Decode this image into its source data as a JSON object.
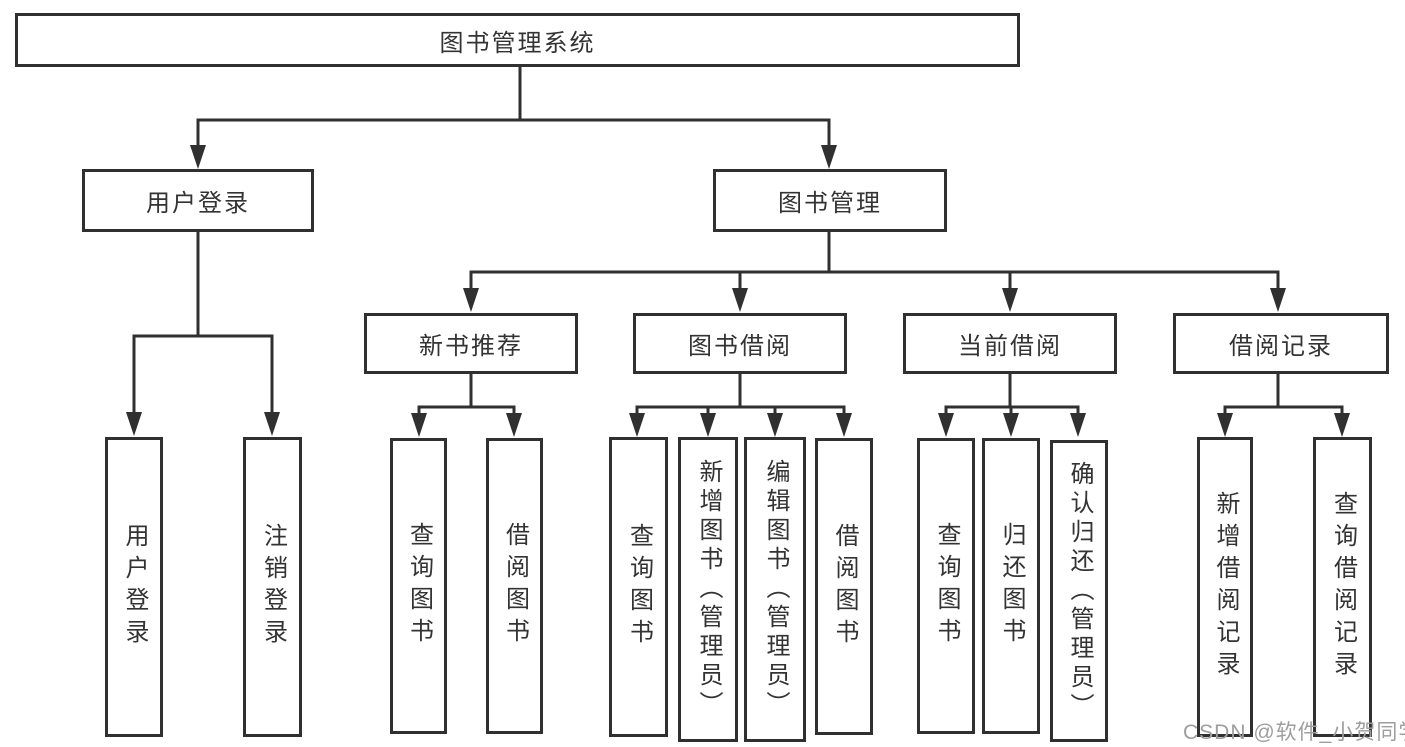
{
  "tree": {
    "label": "图书管理系统",
    "children": [
      {
        "label": "用户登录",
        "children": [
          {
            "label": "用户登录"
          },
          {
            "label": "注销登录"
          }
        ]
      },
      {
        "label": "图书管理",
        "children": [
          {
            "label": "新书推荐",
            "children": [
              {
                "label": "查询图书"
              },
              {
                "label": "借阅图书"
              }
            ]
          },
          {
            "label": "图书借阅",
            "children": [
              {
                "label": "查询图书"
              },
              {
                "label": "新增图书（管理员）"
              },
              {
                "label": "编辑图书（管理员）"
              },
              {
                "label": "借阅图书"
              }
            ]
          },
          {
            "label": "当前借阅",
            "children": [
              {
                "label": "查询图书"
              },
              {
                "label": "归还图书"
              },
              {
                "label": "确认归还（管理员）"
              }
            ]
          },
          {
            "label": "借阅记录",
            "children": [
              {
                "label": "新增借阅记录"
              },
              {
                "label": "查询借阅记录"
              }
            ]
          }
        ]
      }
    ]
  },
  "watermark": {
    "text": "CSDN @软件_小贺同学"
  },
  "colors": {
    "line": "#303030",
    "text": "#333333",
    "background": "#ffffff",
    "watermark": "#9e9e9e"
  }
}
